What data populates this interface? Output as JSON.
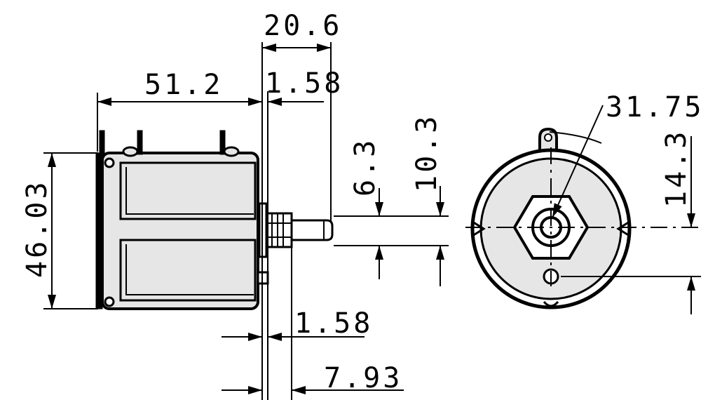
{
  "drawing": {
    "ink_color": "#000000",
    "body_fill": "#e6e6e6",
    "background": "#ffffff"
  },
  "dimensions": {
    "shaft_length": "20.6",
    "body_length": "51.2",
    "flange_thickness_top": "1.58",
    "diameter": "46.03",
    "shaft_diameter": "6.3",
    "bushing_diameter": "10.3",
    "lug_radius": "31.75",
    "lug_offset": "14.3",
    "flange_thickness_bottom": "1.58",
    "bushing_length": "7.93"
  }
}
